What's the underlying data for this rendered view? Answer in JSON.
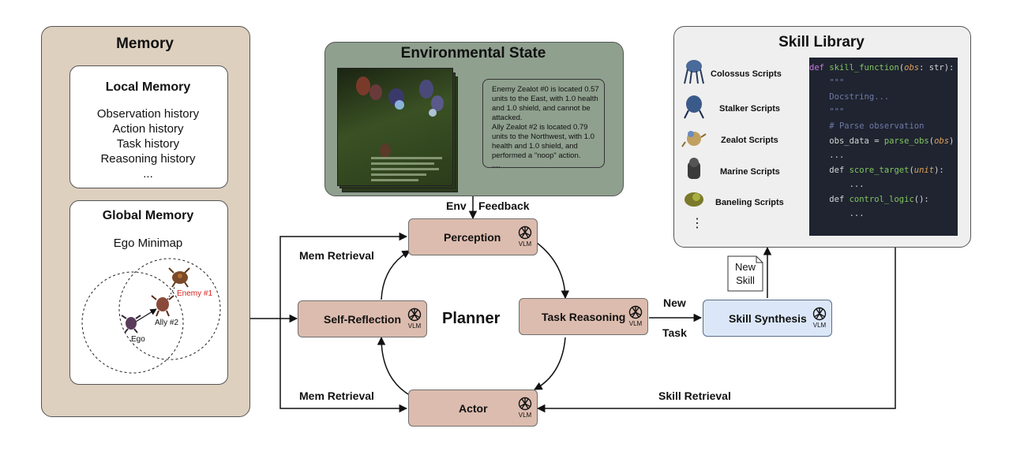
{
  "memory": {
    "title": "Memory",
    "local": {
      "title": "Local Memory",
      "items": [
        "Observation history",
        "Action history",
        "Task history",
        "Reasoning history",
        "..."
      ]
    },
    "global": {
      "title": "Global Memory",
      "subtitle": "Ego Minimap",
      "units": {
        "ego": "Ego",
        "ally": "Ally #2",
        "enemy": "Enemy #1"
      }
    }
  },
  "environment": {
    "title": "Environmental State",
    "observation_text": [
      "Enemy Zealot #0 is located 0.57",
      "units to the East, with 1.0 health",
      "and 1.0 shield, and cannot be",
      "attacked.",
      "Ally Zealot #2 is located 0.79",
      "units to the Northwest, with 1.0",
      "health and 1.0 shield, and",
      "performed a \"noop\" action.",
      "...."
    ]
  },
  "skill_library": {
    "title": "Skill Library",
    "scripts": [
      "Colossus Scripts",
      "Stalker Scripts",
      "Zealot Scripts",
      "Marine Scripts",
      "Baneling Scripts"
    ],
    "more": "⋮",
    "code": {
      "def_kw": "def",
      "func_name": "skill_function",
      "param": "obs",
      "param_type": ": str):",
      "docstring_quotes": "\"\"\"",
      "docstring": "Docstring...",
      "comment": "# Parse observation",
      "assign": "obs_data = ",
      "parse_fn": "parse_obs",
      "score_fn": "score_target",
      "score_param": "unit",
      "control_fn": "control_logic",
      "ellipsis": "..."
    }
  },
  "planner": {
    "title": "Planner",
    "nodes": {
      "perception": "Perception",
      "task_reasoning": "Task Reasoning",
      "actor": "Actor",
      "self_reflection": "Self-Reflection",
      "skill_synthesis": "Skill Synthesis"
    },
    "vlm_label": "VLM"
  },
  "edges": {
    "env_feedback_left": "Env",
    "env_feedback_right": "Feedback",
    "mem_retrieval_top": "Mem Retrieval",
    "mem_retrieval_bottom": "Mem Retrieval",
    "new_task_top": "New",
    "new_task_bottom": "Task",
    "skill_retrieval": "Skill Retrieval",
    "new_skill_line1": "New",
    "new_skill_line2": "Skill"
  },
  "colors": {
    "memory_panel": "#ded0bf",
    "env_panel": "#8fa08e",
    "skill_panel": "#efefef",
    "node_fill": "#dcbcae",
    "synthesis_fill": "#dbe7f8",
    "code_bg": "#1f2430",
    "enemy_label": "#d42020"
  }
}
